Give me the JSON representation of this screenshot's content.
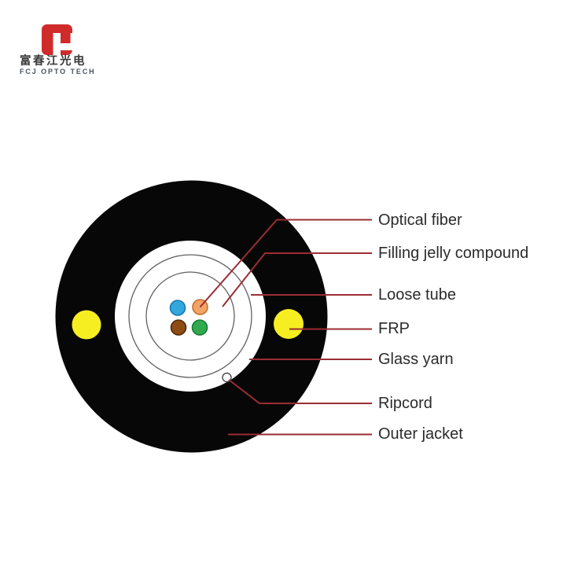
{
  "logo": {
    "company_name_cn": "富春江光电",
    "company_name_en": "FCJ OPTO TECH",
    "icon_color": "#d02b2b"
  },
  "diagram": {
    "title_context": "Fiber optic cable cross-section",
    "labels": [
      {
        "id": "optical-fiber",
        "text": "Optical fiber"
      },
      {
        "id": "filling-jelly-compound",
        "text": "Filling jelly compound"
      },
      {
        "id": "loose-tube",
        "text": "Loose tube"
      },
      {
        "id": "frp",
        "text": "FRP"
      },
      {
        "id": "glass-yarn",
        "text": "Glass yarn"
      },
      {
        "id": "ripcord",
        "text": "Ripcord"
      },
      {
        "id": "outer-jacket",
        "text": "Outer jacket"
      }
    ],
    "colors": {
      "outer_jacket": "#070707",
      "frp_yellow": "#f7ee21",
      "leader_line": "#9b2d33",
      "fiber_blue": "#35a7df",
      "fiber_orange": "#f2a468",
      "fiber_brown": "#8e4c15",
      "fiber_green": "#33a94f",
      "ring_stroke": "#606060",
      "label_text": "#2b2b2b"
    },
    "fibers": [
      {
        "color_name": "blue",
        "hex": "#35a7df"
      },
      {
        "color_name": "orange",
        "hex": "#f2a468"
      },
      {
        "color_name": "brown",
        "hex": "#8e4c15"
      },
      {
        "color_name": "green",
        "hex": "#33a94f"
      }
    ]
  }
}
